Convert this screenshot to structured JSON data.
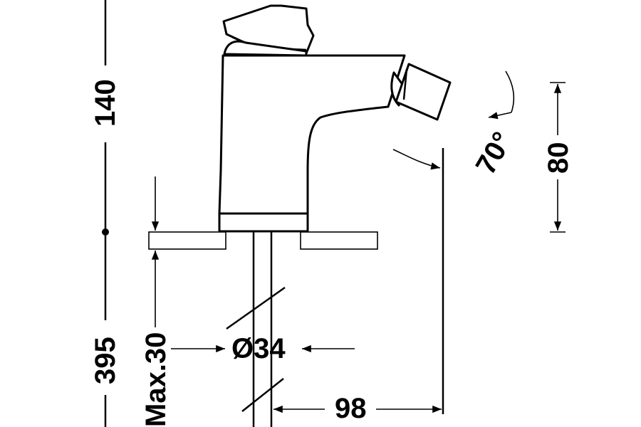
{
  "dimensions": {
    "height_upper": "140",
    "height_total": "395",
    "deck_thickness": "Max.30",
    "diameter": "Ø34",
    "reach": "98",
    "nozzle_angle": "70°",
    "nozzle_height": "80"
  },
  "colors": {
    "line": "#000000",
    "background": "#ffffff"
  }
}
